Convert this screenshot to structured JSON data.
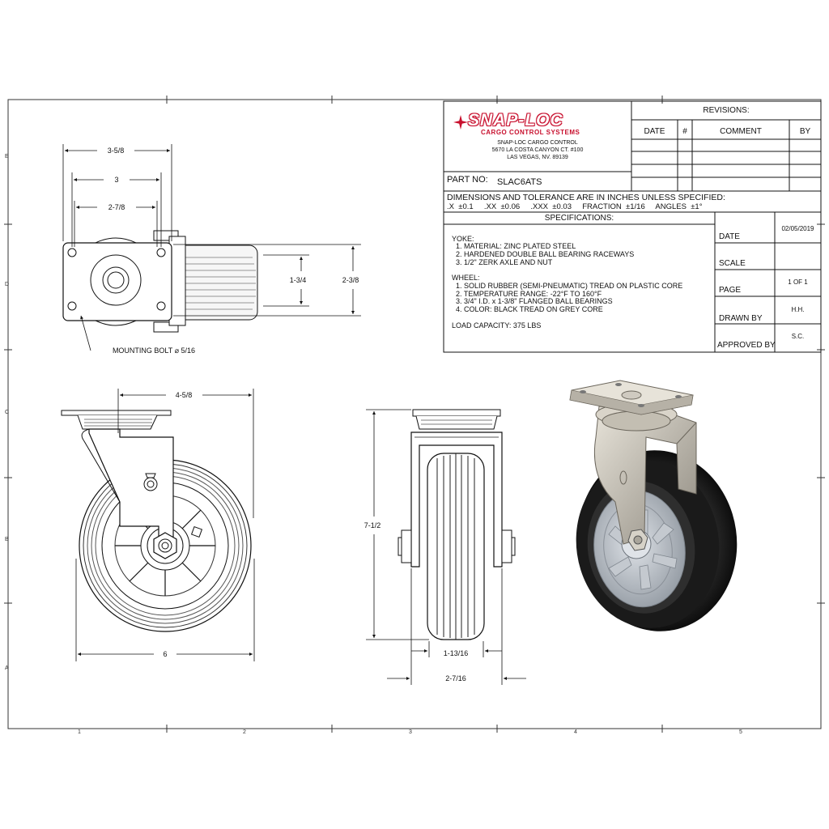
{
  "company": {
    "logo_text": "SNAP-LOC",
    "logo_sub": "CARGO CONTROL SYSTEMS",
    "name": "SNAP-LOC CARGO CONTROL",
    "address1": "5670 LA COSTA CANYON CT. #100",
    "address2": "LAS VEGAS, NV. 89139",
    "brand_color": "#c8102e"
  },
  "revisions": {
    "title": "REVISIONS:",
    "columns": [
      "DATE",
      "#",
      "COMMENT",
      "BY"
    ]
  },
  "part": {
    "label": "PART NO:",
    "value": "SLAC6ATS"
  },
  "tolerance": {
    "heading": "DIMENSIONS AND TOLERANCE ARE IN INCHES UNLESS SPECIFIED:",
    "line": ".X  ±0.1     .XX  ±0.06     .XXX  ±0.03     FRACTION  ±1/16     ANGLES  ±1°"
  },
  "specifications": {
    "title": "SPECIFICATIONS:",
    "yoke_heading": "YOKE:",
    "yoke": [
      "1. MATERIAL: ZINC PLATED STEEL",
      "2. HARDENED DOUBLE BALL BEARING RACEWAYS",
      "3. 1/2\" ZERK AXLE AND NUT"
    ],
    "wheel_heading": "WHEEL:",
    "wheel": [
      "1. SOLID RUBBER (SEMI-PNEUMATIC) TREAD ON PLASTIC CORE",
      "2. TEMPERATURE RANGE: -22°F TO 160°F",
      "3. 3/4\" I.D. x 1-3/8\" FLANGED BALL BEARINGS",
      "4. COLOR: BLACK TREAD ON GREY CORE"
    ],
    "load": "LOAD CAPACITY: 375 LBS"
  },
  "info": {
    "date_label": "DATE",
    "date_value": "02/05/2019",
    "scale_label": "SCALE",
    "scale_value": "",
    "page_label": "PAGE",
    "page_value": "1 OF 1",
    "drawn_label": "DRAWN BY",
    "drawn_value": "H.H.",
    "approved_label": "APPROVED BY",
    "approved_value": "S.C."
  },
  "dimensions": {
    "top_w1": "3-5/8",
    "top_w2": "3",
    "top_w3": "2-7/8",
    "top_h1": "1-3/4",
    "top_h2": "2-3/8",
    "mounting_bolt": "MOUNTING BOLT  ⌀ 5/16",
    "side_offset": "4-5/8",
    "side_diameter": "6",
    "front_height": "7-1/2",
    "front_w1": "1-13/16",
    "front_w2": "2-7/16"
  },
  "border": {
    "rows": [
      "E",
      "D",
      "C",
      "B",
      "A"
    ],
    "cols": [
      "1",
      "2",
      "3",
      "4",
      "5"
    ]
  }
}
